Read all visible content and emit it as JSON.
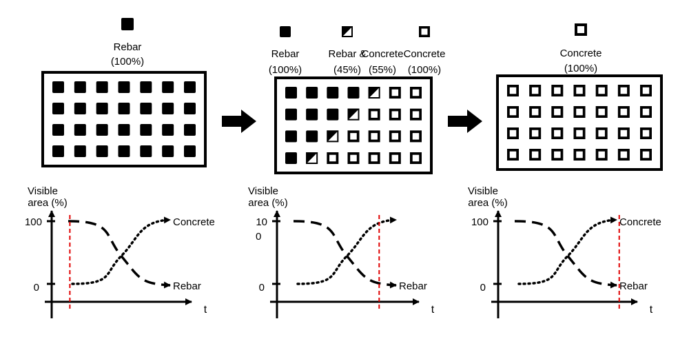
{
  "colors": {
    "ink": "#000000",
    "paper": "#ffffff",
    "marker": "#e00000"
  },
  "stages": [
    {
      "legend": [
        {
          "symbol": "filled",
          "name": "Rebar",
          "pct": "(100%)"
        }
      ],
      "grid": {
        "rows": 4,
        "cols": 7,
        "rebar_per_row": [
          7,
          7,
          7,
          7
        ],
        "diagonal": false
      }
    },
    {
      "legend": [
        {
          "symbol": "filled",
          "name": "Rebar",
          "pct": "(100%)"
        },
        {
          "symbol": "half",
          "name": "Rebar &",
          "pct": "(45%)"
        },
        {
          "symbol": "",
          "name": "Concrete",
          "pct": "(55%)"
        },
        {
          "symbol": "hollow",
          "name": "Concrete",
          "pct": "(100%)"
        }
      ],
      "grid": {
        "rows": 4,
        "cols": 7,
        "rebar_per_row": [
          4,
          3,
          2,
          1
        ],
        "diagonal": true
      }
    },
    {
      "legend": [
        {
          "symbol": "hollow",
          "name": "Concrete",
          "pct": "(100%)"
        }
      ],
      "grid": {
        "rows": 4,
        "cols": 7,
        "rebar_per_row": [
          0,
          0,
          0,
          0
        ],
        "diagonal": false
      }
    }
  ],
  "plots": [
    {
      "ylabel_1": "Visible",
      "ylabel_2": "area (%)",
      "ytick_top": "100",
      "ytick_top_2": "",
      "ytick_bottom": "0",
      "xlabel": "t",
      "concrete_label": "Concrete",
      "rebar_label": "Rebar",
      "marker_t": 0.13
    },
    {
      "ylabel_1": "Visible",
      "ylabel_2": "area (%)",
      "ytick_top": "10",
      "ytick_top_2": "0",
      "ytick_bottom": "0",
      "xlabel": "t",
      "concrete_label": "",
      "rebar_label": "Rebar",
      "marker_t": 0.72
    },
    {
      "ylabel_1": "Visible",
      "ylabel_2": "area (%)",
      "ytick_top": "100",
      "ytick_top_2": "",
      "ytick_bottom": "0",
      "xlabel": "t",
      "concrete_label": "Concrete",
      "rebar_label": "Rebar",
      "marker_t": 0.87
    }
  ]
}
